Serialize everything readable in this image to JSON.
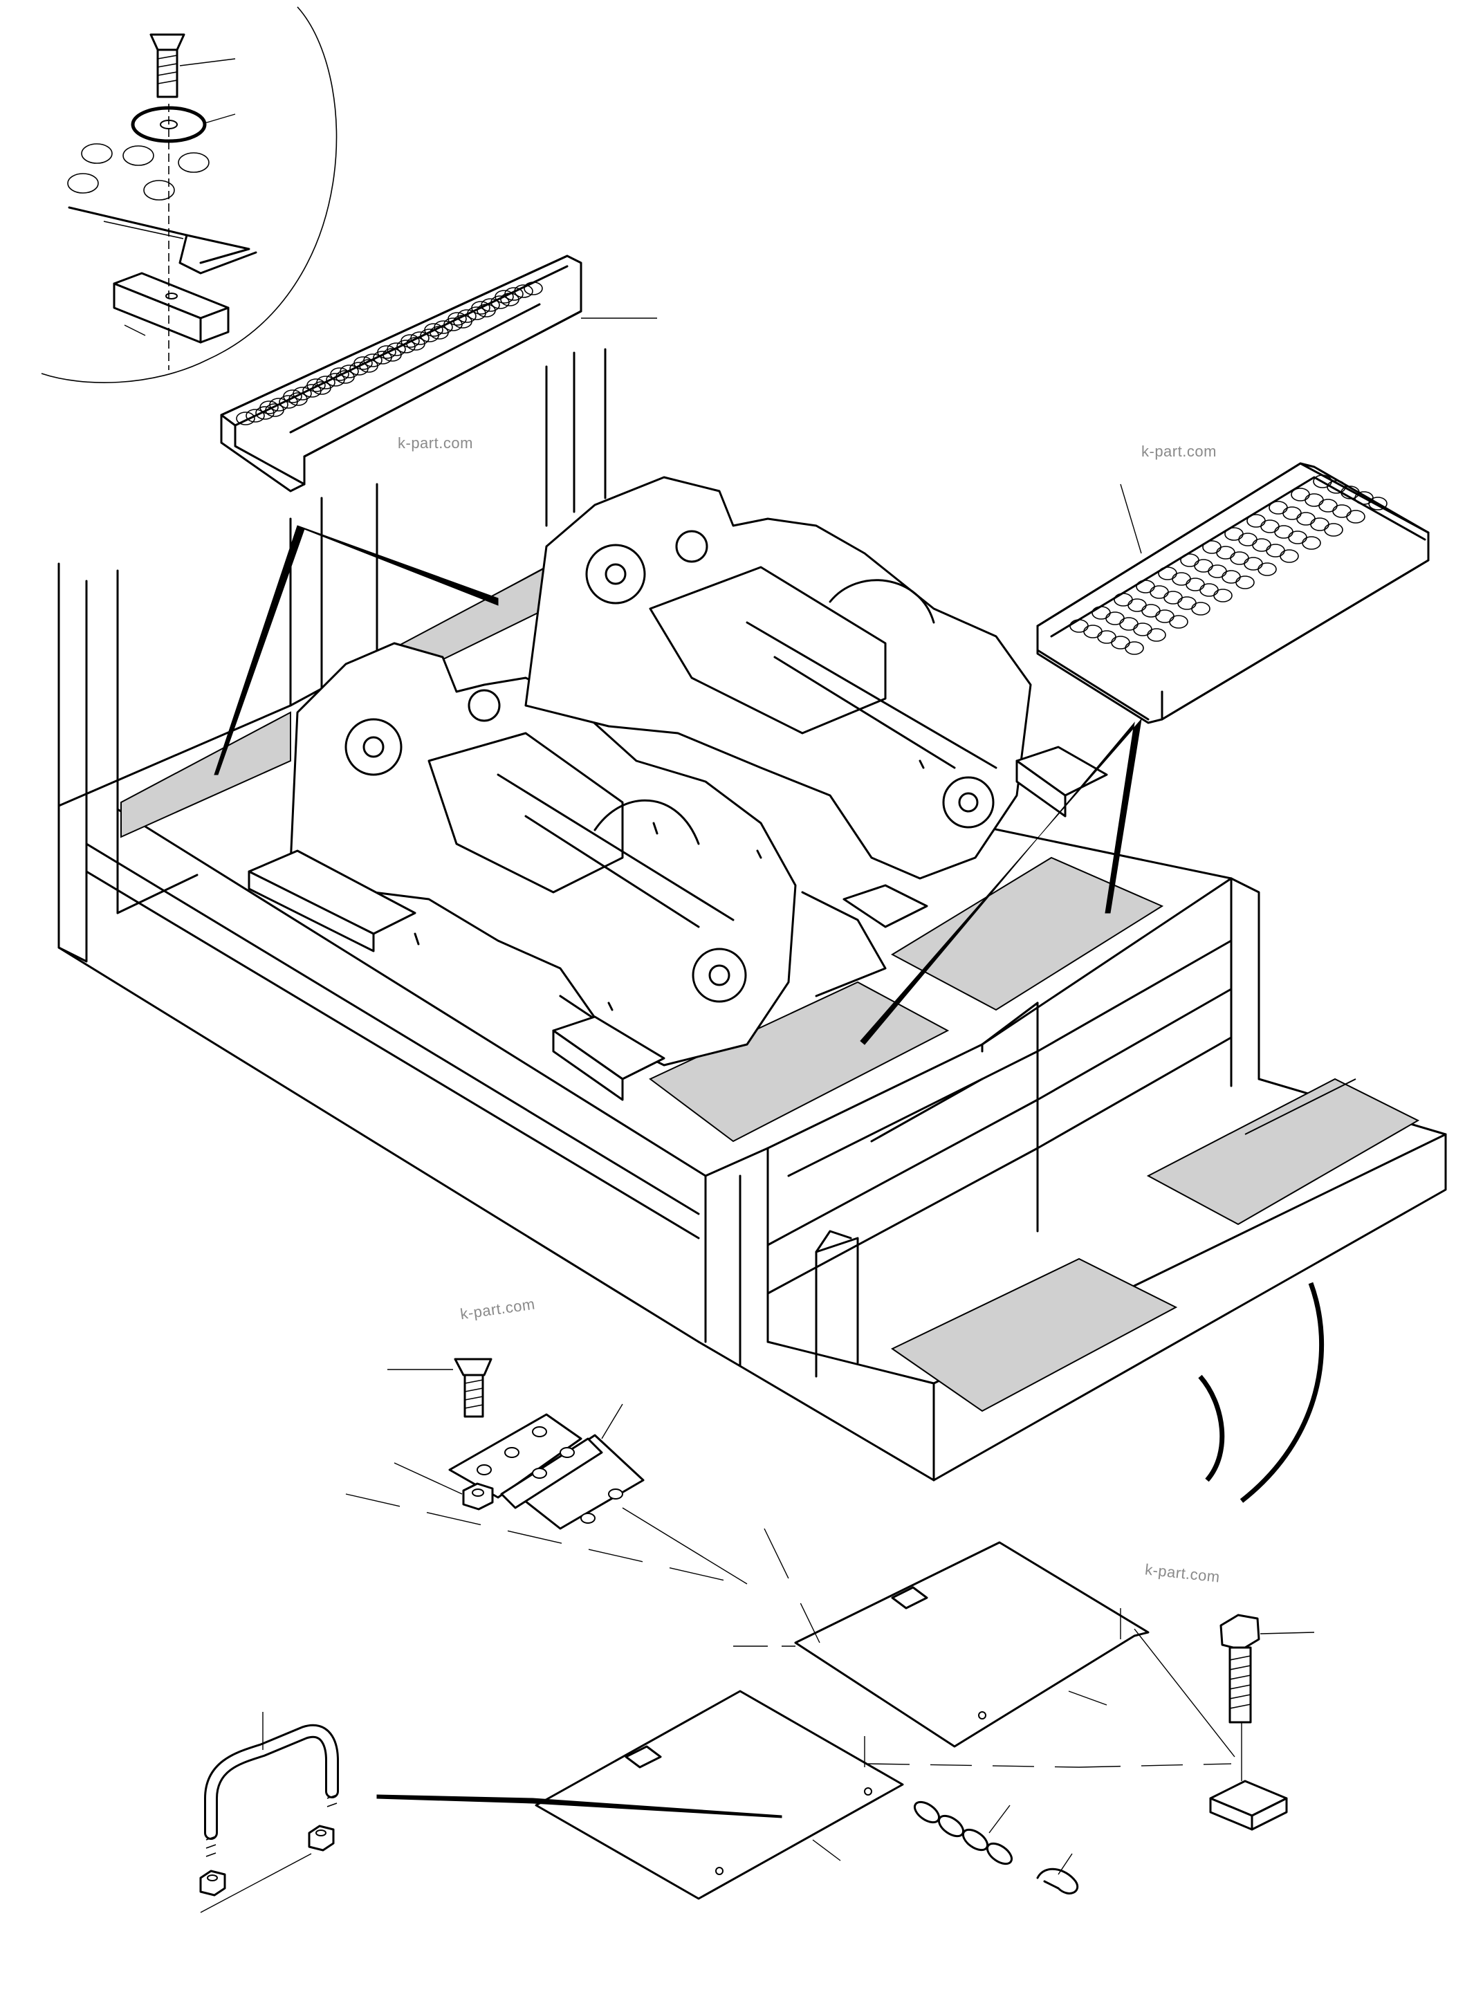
{
  "diagram": {
    "watermarks": [
      {
        "text": "k-part.com"
      },
      {
        "text": "k-part.com"
      },
      {
        "text": "k-part.com"
      },
      {
        "text": "k-part.com"
      }
    ],
    "icons": {
      "main_assembly": "engine-crate-icon",
      "step_plate": "perforated-step-icon",
      "hinge": "hinge-icon",
      "chain": "chain-icon",
      "u_bolt": "u-bolt-icon",
      "bolt": "hex-bolt-icon",
      "screw": "countersunk-screw-icon"
    },
    "colors": {
      "line": "#000000",
      "shade": "#d0d0d0",
      "watermark": "#8a8a8a",
      "background": "#ffffff"
    }
  }
}
